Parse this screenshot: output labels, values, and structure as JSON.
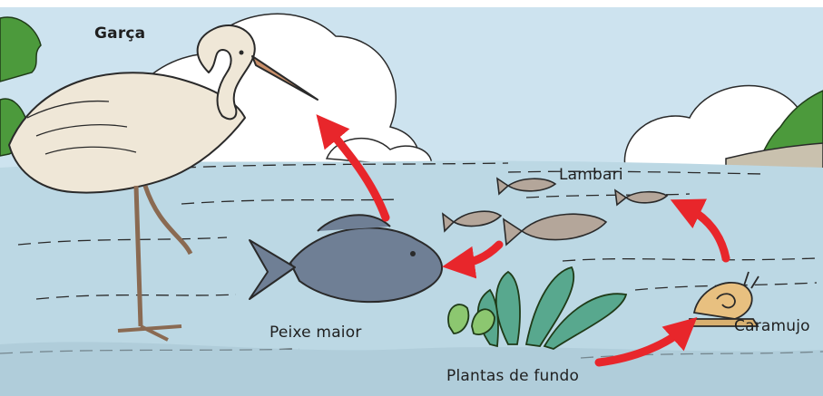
{
  "labels": {
    "heron": "Garça",
    "lambari": "Lambari",
    "big_fish": "Peixe maior",
    "snail": "Caramujo",
    "plants": "Plantas de fundo"
  },
  "colors": {
    "sky": "#cde3ef",
    "cloud": "#ffffff",
    "water": "#bcd8e4",
    "water_dark": "#a8c6d3",
    "riverbed": "#c7c2b2",
    "arrow": "#e8262b",
    "heron": "#efe7d7",
    "fish_big": "#6f7f95",
    "lambari": "#b4a69a",
    "plant": "#58a88e",
    "snail": "#e8c080",
    "grass": "#4c9a3c"
  }
}
